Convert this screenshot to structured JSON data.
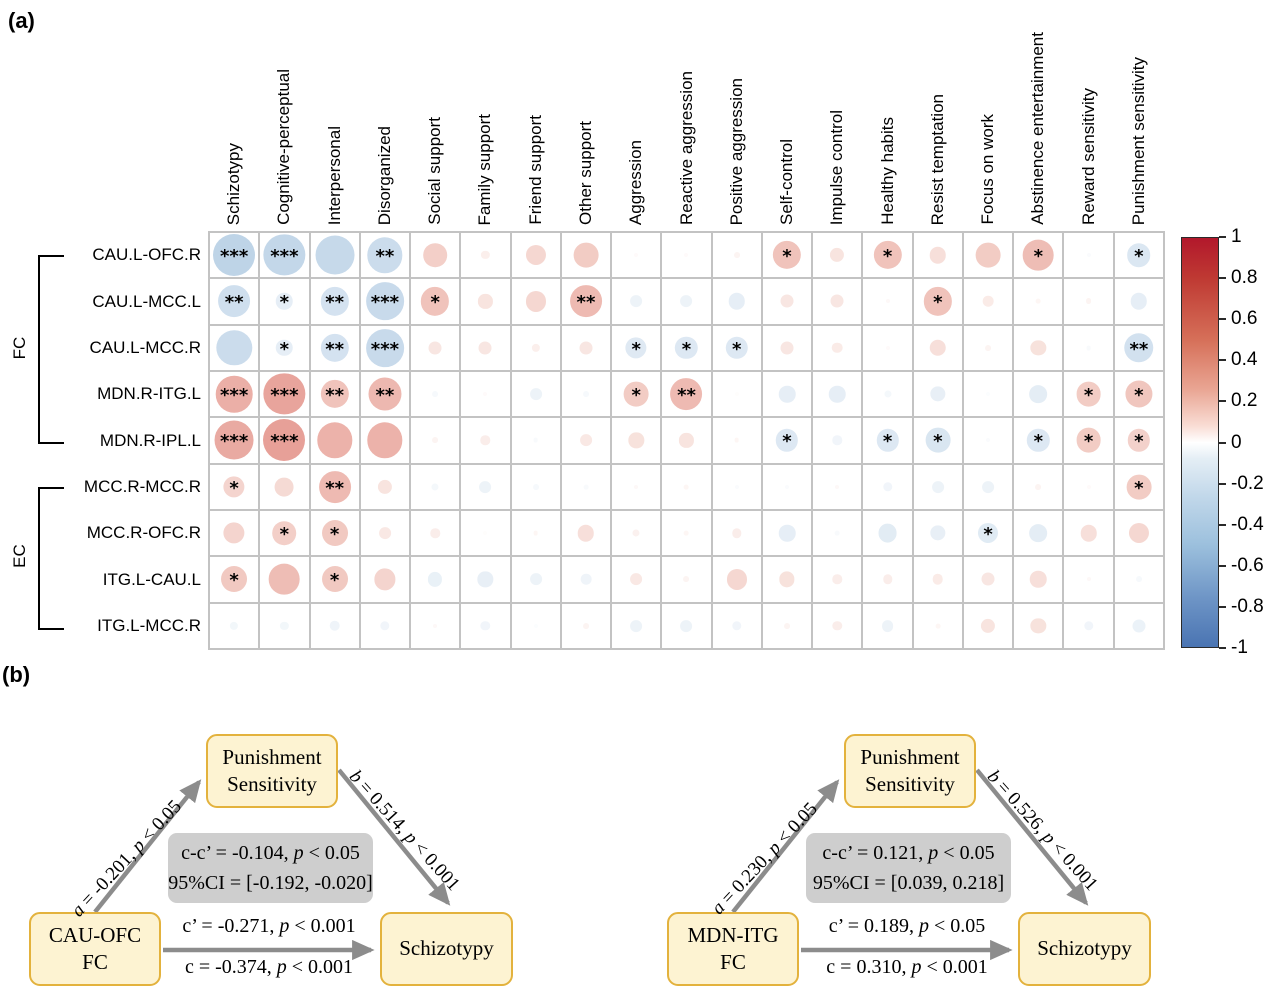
{
  "panel_a": {
    "label": "(a)",
    "colorbar_ticks": [
      "1",
      "0.8",
      "0.6",
      "0.4",
      "0.2",
      "0",
      "-0.2",
      "-0.4",
      "-0.6",
      "-0.8",
      "-1"
    ]
  },
  "chart_data": {
    "type": "heatmap",
    "subtype": "correlation-bubble-matrix",
    "columns": [
      "Schizotypy",
      "Cognitive-perceptual",
      "Interpersonal",
      "Disorganized",
      "Social support",
      "Family support",
      "Friend support",
      "Other support",
      "Aggression",
      "Reactive aggression",
      "Positive aggression",
      "Self-control",
      "Impulse control",
      "Healthy habits",
      "Resist temptation",
      "Focus on work",
      "Abstinence entertainment",
      "Reward sensitivity",
      "Punishment sensitivity"
    ],
    "rows": [
      "CAU.L-OFC.R",
      "CAU.L-MCC.L",
      "CAU.L-MCC.R",
      "MDN.R-ITG.L",
      "MDN.R-IPL.L",
      "MCC.R-MCC.R",
      "MCC.R-OFC.R",
      "ITG.L-CAU.L",
      "ITG.L-MCC.R"
    ],
    "row_groups": [
      {
        "label": "FC",
        "start": 0,
        "end": 4
      },
      {
        "label": "EC",
        "start": 5,
        "end": 8
      }
    ],
    "values": [
      [
        -0.37,
        -0.35,
        -0.33,
        -0.3,
        0.2,
        0.07,
        0.17,
        0.21,
        0.02,
        0.02,
        0.05,
        0.24,
        0.12,
        0.24,
        0.14,
        0.21,
        0.26,
        -0.03,
        -0.2
      ],
      [
        -0.27,
        -0.14,
        -0.24,
        -0.32,
        0.24,
        0.12,
        0.17,
        0.27,
        -0.1,
        -0.1,
        -0.14,
        0.11,
        0.11,
        0.03,
        0.24,
        0.09,
        0.04,
        0.05,
        -0.14
      ],
      [
        -0.3,
        -0.14,
        -0.24,
        -0.32,
        0.11,
        0.11,
        0.07,
        0.11,
        -0.18,
        -0.19,
        -0.19,
        0.11,
        0.09,
        0.02,
        0.14,
        0.05,
        0.13,
        -0.04,
        -0.25
      ],
      [
        0.31,
        0.35,
        0.24,
        0.28,
        -0.05,
        0.02,
        -0.1,
        -0.05,
        0.21,
        0.27,
        0.01,
        -0.14,
        -0.14,
        -0.06,
        -0.13,
        -0.02,
        -0.15,
        0.21,
        0.23
      ],
      [
        0.33,
        0.36,
        0.3,
        0.3,
        0.05,
        0.08,
        -0.04,
        0.1,
        0.13,
        0.12,
        0.04,
        -0.19,
        -0.08,
        -0.19,
        -0.21,
        -0.03,
        -0.19,
        0.21,
        0.19
      ],
      [
        0.18,
        0.16,
        0.27,
        0.12,
        -0.06,
        -0.1,
        -0.05,
        -0.04,
        0.03,
        0.04,
        -0.03,
        -0.03,
        0.03,
        -0.08,
        -0.1,
        -0.1,
        0.05,
        0.02,
        0.21
      ],
      [
        0.18,
        0.2,
        0.22,
        0.1,
        0.08,
        0.01,
        0.04,
        0.14,
        0.06,
        0.04,
        0.08,
        -0.14,
        -0.04,
        -0.16,
        -0.13,
        -0.17,
        -0.15,
        0.14,
        0.17
      ],
      [
        0.22,
        0.26,
        0.22,
        0.18,
        -0.12,
        -0.13,
        -0.1,
        -0.09,
        0.1,
        0.05,
        0.17,
        0.13,
        0.08,
        0.08,
        0.09,
        0.11,
        0.14,
        0.03,
        -0.05
      ],
      [
        -0.07,
        -0.07,
        -0.09,
        -0.08,
        0.03,
        -0.08,
        -0.02,
        0.05,
        -0.1,
        -0.1,
        -0.08,
        0.05,
        0.08,
        -0.1,
        0.04,
        0.12,
        0.13,
        -0.08,
        -0.11
      ]
    ],
    "significance": [
      [
        "***",
        "***",
        "",
        "**",
        "",
        "",
        "",
        "",
        "",
        "",
        "",
        "*",
        "",
        "*",
        "",
        "",
        "*",
        "",
        "*"
      ],
      [
        "**",
        "*",
        "**",
        "***",
        "*",
        "",
        "",
        "**",
        "",
        "",
        "",
        "",
        "",
        "",
        "*",
        "",
        "",
        "",
        ""
      ],
      [
        "",
        "*",
        "**",
        "***",
        "",
        "",
        "",
        "",
        "*",
        "*",
        "*",
        "",
        "",
        "",
        "",
        "",
        "",
        "",
        "**"
      ],
      [
        "***",
        "***",
        "**",
        "**",
        "",
        "",
        "",
        "",
        "*",
        "**",
        "",
        "",
        "",
        "",
        "",
        "",
        "",
        "*",
        "*"
      ],
      [
        "***",
        "***",
        "",
        "",
        "",
        "",
        "",
        "",
        "",
        "",
        "",
        "*",
        "",
        "*",
        "*",
        "",
        "*",
        "*",
        "*"
      ],
      [
        "*",
        "",
        "**",
        "",
        "",
        "",
        "",
        "",
        "",
        "",
        "",
        "",
        "",
        "",
        "",
        "",
        "",
        "",
        "*"
      ],
      [
        "",
        "*",
        "*",
        "",
        "",
        "",
        "",
        "",
        "",
        "",
        "",
        "",
        "",
        "",
        "",
        "*",
        "",
        "",
        ""
      ],
      [
        "*",
        "",
        "*",
        "",
        "",
        "",
        "",
        "",
        "",
        "",
        "",
        "",
        "",
        "",
        "",
        "",
        "",
        "",
        ""
      ],
      [
        "",
        "",
        "",
        "",
        "",
        "",
        "",
        "",
        "",
        "",
        "",
        "",
        "",
        "",
        "",
        "",
        "",
        "",
        ""
      ]
    ],
    "color_scale": {
      "min": -1,
      "max": 1,
      "negative_max": "#2166ac",
      "zero": "#ffffff",
      "positive_max": "#b2182b"
    },
    "legend": {
      "position": "right",
      "ticks": [
        1,
        0.8,
        0.6,
        0.4,
        0.2,
        0,
        -0.2,
        -0.4,
        -0.6,
        -0.8,
        -1
      ]
    }
  },
  "panel_b": {
    "label": "(b)",
    "diagrams": [
      {
        "predictor": "CAU-OFC FC",
        "mediator": "Punishment Sensitivity",
        "outcome": "Schizotypy",
        "a_label": [
          [
            "a",
            1
          ],
          [
            " = -0.201, ",
            0
          ],
          [
            "p",
            1
          ],
          [
            " < 0.05",
            0
          ]
        ],
        "b_label": [
          [
            "b",
            1
          ],
          [
            " = 0.514, ",
            0
          ],
          [
            "p",
            1
          ],
          [
            " < 0.001",
            0
          ]
        ],
        "indirect_line1": [
          [
            "c-c’ = -0.104, ",
            0
          ],
          [
            "p",
            1
          ],
          [
            " < 0.05",
            0
          ]
        ],
        "indirect_line2": [
          [
            "95%CI = [-0.192, -0.020]",
            0
          ]
        ],
        "c_prime_label": [
          [
            "c’ = -0.271, ",
            0
          ],
          [
            "p",
            1
          ],
          [
            " < 0.001",
            0
          ]
        ],
        "c_label": [
          [
            "c = -0.374, ",
            0
          ],
          [
            "p",
            1
          ],
          [
            " < 0.001",
            0
          ]
        ]
      },
      {
        "predictor": "MDN-ITG FC",
        "mediator": "Punishment Sensitivity",
        "outcome": "Schizotypy",
        "a_label": [
          [
            "a",
            1
          ],
          [
            " = 0.230, ",
            0
          ],
          [
            "p",
            1
          ],
          [
            " < 0.05",
            0
          ]
        ],
        "b_label": [
          [
            "b",
            1
          ],
          [
            " = 0.526, ",
            0
          ],
          [
            "p",
            1
          ],
          [
            " < 0.001",
            0
          ]
        ],
        "indirect_line1": [
          [
            "c-c’ = 0.121, ",
            0
          ],
          [
            "p",
            1
          ],
          [
            " < 0.05",
            0
          ]
        ],
        "indirect_line2": [
          [
            "95%CI = [0.039, 0.218]",
            0
          ]
        ],
        "c_prime_label": [
          [
            "c’ = 0.189, ",
            0
          ],
          [
            "p",
            1
          ],
          [
            " < 0.05",
            0
          ]
        ],
        "c_label": [
          [
            "c = 0.310, ",
            0
          ],
          [
            "p",
            1
          ],
          [
            " < 0.001",
            0
          ]
        ]
      }
    ]
  }
}
